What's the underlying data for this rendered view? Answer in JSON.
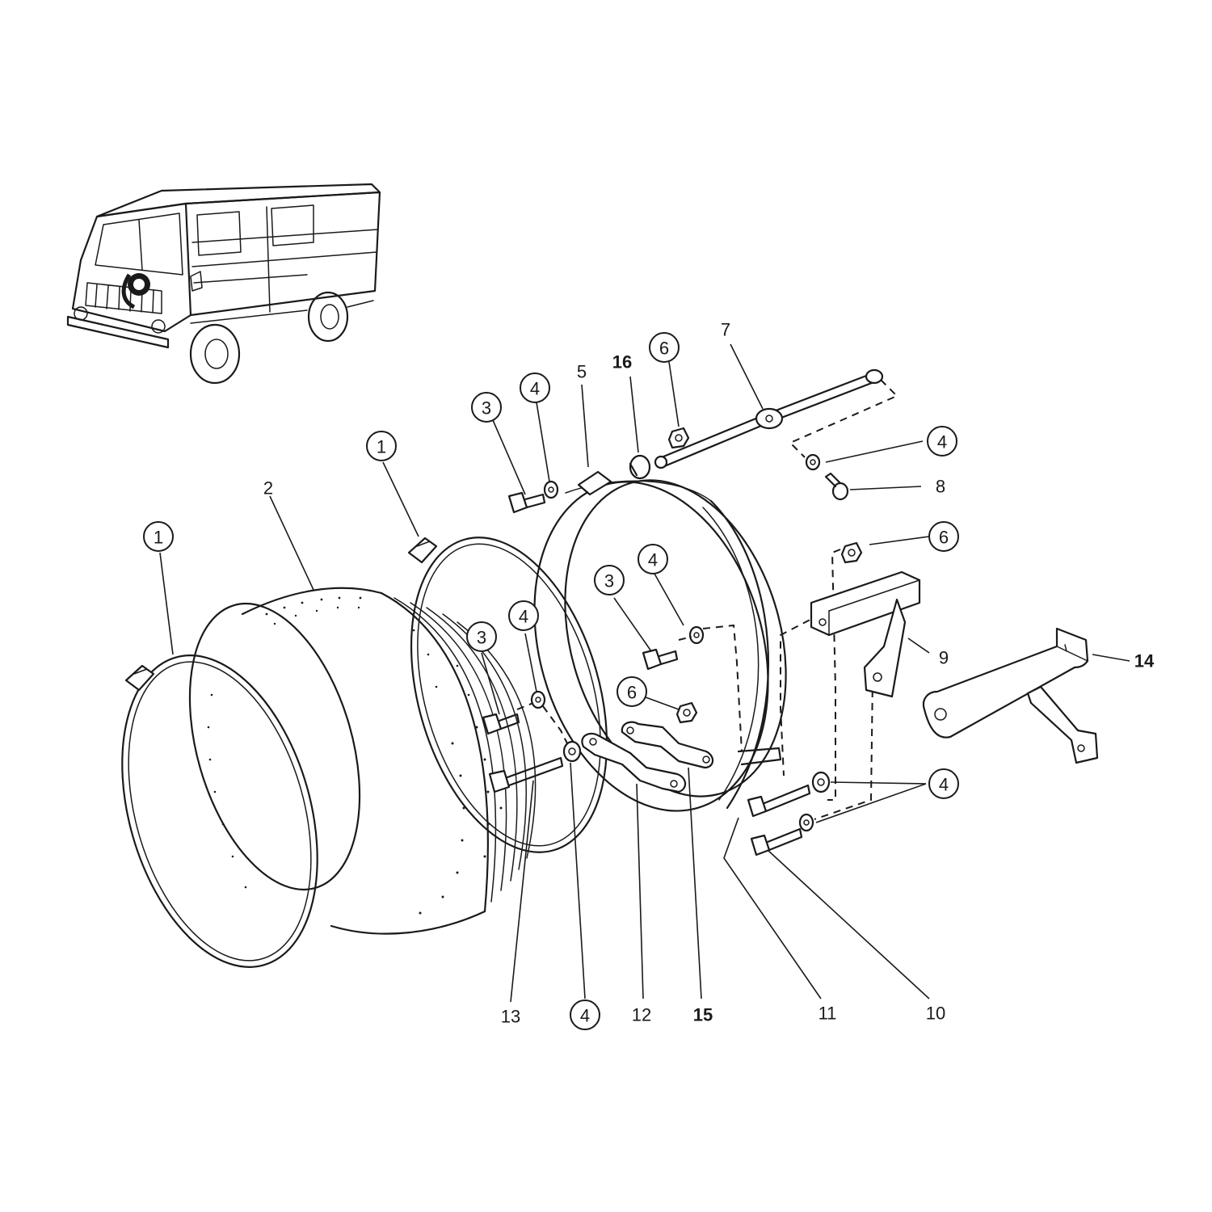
{
  "diagram": {
    "callouts": [
      {
        "id": "c1a",
        "number": "1",
        "circled": true,
        "bold": false
      },
      {
        "id": "c1b",
        "number": "1",
        "circled": true,
        "bold": false
      },
      {
        "id": "c2",
        "number": "2",
        "circled": false,
        "bold": false
      },
      {
        "id": "c3a",
        "number": "3",
        "circled": true,
        "bold": false
      },
      {
        "id": "c3b",
        "number": "3",
        "circled": true,
        "bold": false
      },
      {
        "id": "c3c",
        "number": "3",
        "circled": true,
        "bold": false
      },
      {
        "id": "c4a",
        "number": "4",
        "circled": true,
        "bold": false
      },
      {
        "id": "c4b",
        "number": "4",
        "circled": true,
        "bold": false
      },
      {
        "id": "c4c",
        "number": "4",
        "circled": true,
        "bold": false
      },
      {
        "id": "c4d",
        "number": "4",
        "circled": true,
        "bold": false
      },
      {
        "id": "c4e",
        "number": "4",
        "circled": true,
        "bold": false
      },
      {
        "id": "c4f",
        "number": "4",
        "circled": true,
        "bold": false
      },
      {
        "id": "c5",
        "number": "5",
        "circled": false,
        "bold": false
      },
      {
        "id": "c6a",
        "number": "6",
        "circled": true,
        "bold": false
      },
      {
        "id": "c6b",
        "number": "6",
        "circled": true,
        "bold": false
      },
      {
        "id": "c6c",
        "number": "6",
        "circled": true,
        "bold": false
      },
      {
        "id": "c7",
        "number": "7",
        "circled": false,
        "bold": false
      },
      {
        "id": "c8",
        "number": "8",
        "circled": false,
        "bold": false
      },
      {
        "id": "c9",
        "number": "9",
        "circled": false,
        "bold": false
      },
      {
        "id": "c10",
        "number": "10",
        "circled": false,
        "bold": false
      },
      {
        "id": "c11",
        "number": "11",
        "circled": false,
        "bold": false
      },
      {
        "id": "c12",
        "number": "12",
        "circled": false,
        "bold": false
      },
      {
        "id": "c13",
        "number": "13",
        "circled": false,
        "bold": false
      },
      {
        "id": "c14",
        "number": "14",
        "circled": false,
        "bold": true
      },
      {
        "id": "c15",
        "number": "15",
        "circled": false,
        "bold": true
      },
      {
        "id": "c16",
        "number": "16",
        "circled": false,
        "bold": true
      }
    ]
  }
}
